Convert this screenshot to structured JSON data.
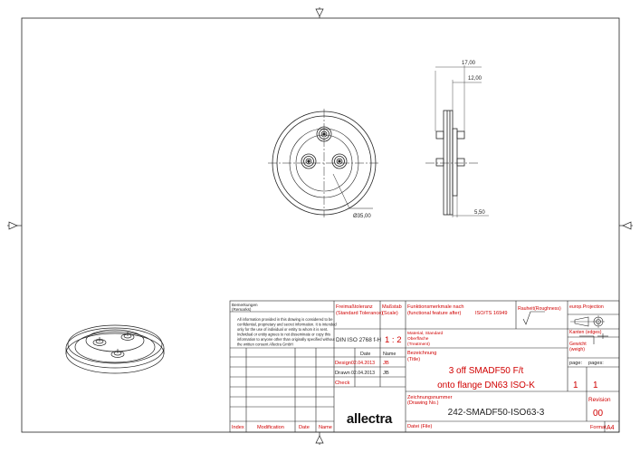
{
  "drawing": {
    "dimensions": {
      "d17": "17,00",
      "d12": "12,00",
      "d550": "5,50",
      "dia35": "Ø35,00"
    },
    "remarks": {
      "label_de": "Bemerkungen",
      "label_en": "(Remarks)",
      "notice_lines": [
        "All information provided in this drawing is considered to be",
        "confidential, proprietary and secret information. It is intended",
        "only for the use of individual or entity to whom it is sent.",
        "Individual or entity agrees to not disseminate or copy this",
        "information to anyone other than originally specified without",
        "the written consent Allectra GmbH"
      ]
    },
    "tolerance": {
      "label_de": "Freimaßtoleranz",
      "label_en": "(Standard Tolerance)",
      "value": "DIN ISO 2768 f-H"
    },
    "scale": {
      "label_de": "Maßstab",
      "label_en": "(Scale)",
      "value": "1 : 2"
    },
    "functional": {
      "label_de": "Funktionsmerkmale nach",
      "label_en": "(functional feature after)",
      "value": "ISO/TS 16949"
    },
    "roughness": {
      "label_de": "Rauheit",
      "label_en": "(Roughness)"
    },
    "projection": {
      "label": "europ.Projection"
    },
    "edges": {
      "label": "Kanten (edges)"
    },
    "material": {
      "label_de": "Material, Standard",
      "label_de2": "Oberfläche",
      "label_en": "(Treatment)"
    },
    "weight": {
      "label_de": "Gewicht",
      "label_en": "(weigh)"
    },
    "history": {
      "col_date": "Date",
      "col_name": "Name",
      "design_label": "Design",
      "design_date": "02.04.2013",
      "design_name": "JB",
      "drawn_label": "Drawn",
      "drawn_date": "02.04.2013",
      "drawn_name": "JB",
      "check_label": "Check"
    },
    "title": {
      "label_de": "Bezeichnung",
      "label_en": "(Title)",
      "line1": "3 off SMADF50 F/t",
      "line2": "onto flange DN63 ISO-K"
    },
    "page": {
      "page_label": "page:",
      "page_value": "1",
      "pages_label": "pages:",
      "pages_value": "1"
    },
    "drawing_no": {
      "label_de": "Zeichnungsnummer",
      "label_en": "(Drawing No.)",
      "value": "242-SMADF50-ISO63-3"
    },
    "revision": {
      "label": "Revision",
      "value": "00"
    },
    "file": {
      "label": "Datei (File)"
    },
    "format": {
      "label": "Format",
      "value": "A4"
    },
    "logo_text": "allectra",
    "revision_table": {
      "col_index": "Index",
      "col_modification": "Modification",
      "col_date": "Date",
      "col_name": "Name"
    }
  }
}
